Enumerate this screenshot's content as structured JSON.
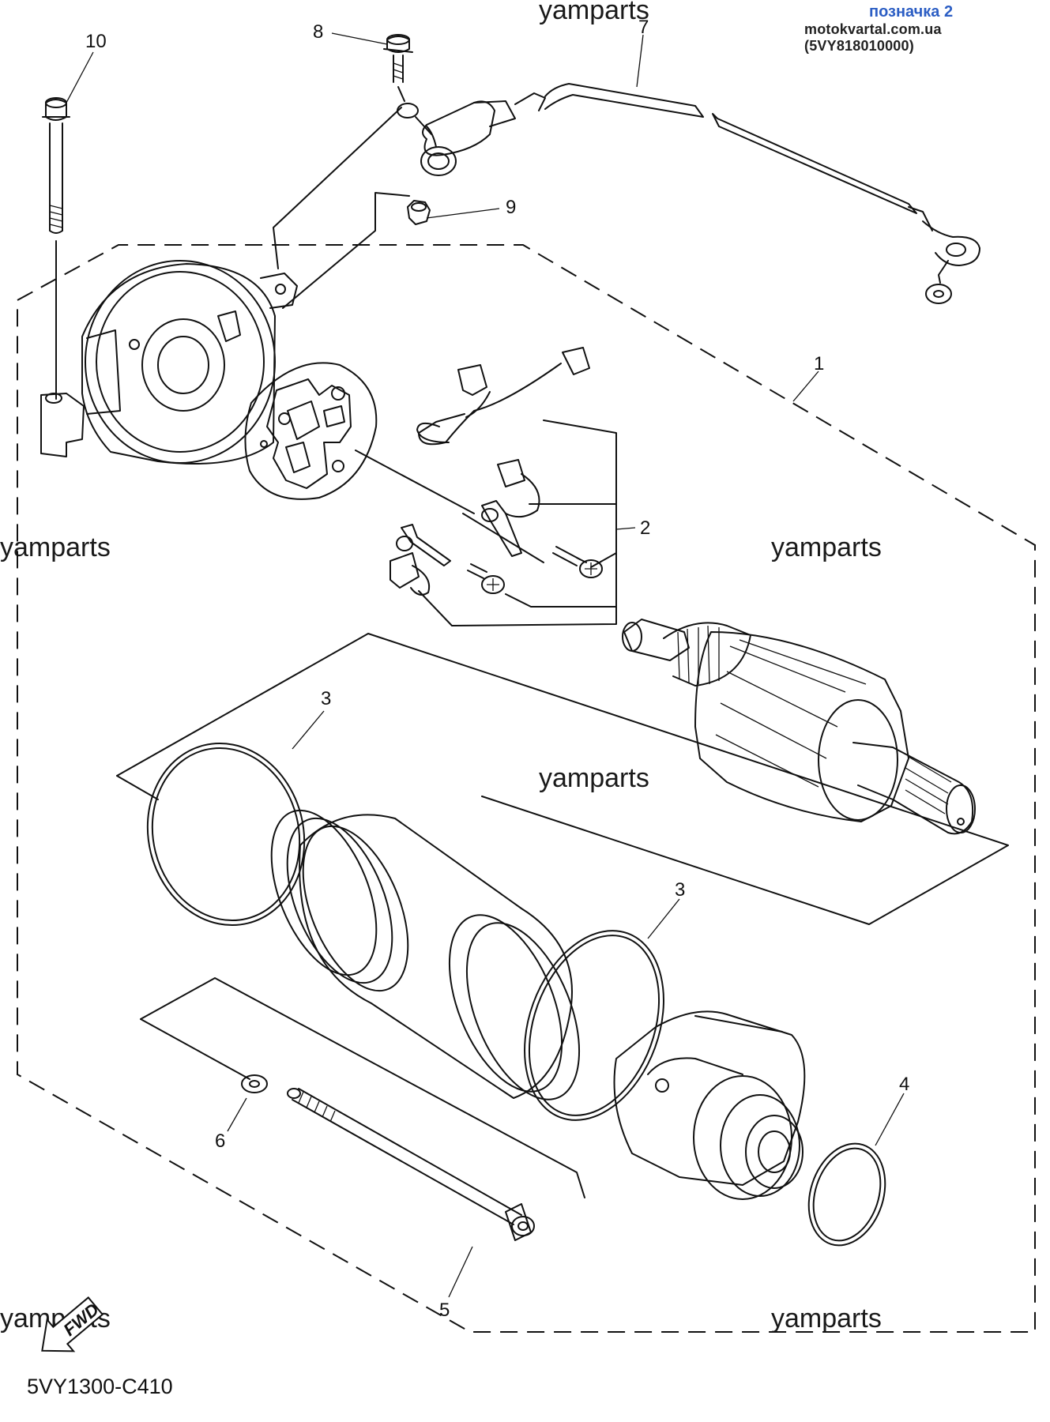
{
  "header": {
    "label": "позначка 2",
    "site": "motokvartal.com.ua (5VY818010000)"
  },
  "watermark": "yamparts",
  "diagram_code": "5VY1300-C410",
  "fwd_label": "FWD",
  "callouts": {
    "c1": "1",
    "c2": "2",
    "c3a": "3",
    "c3b": "3",
    "c4": "4",
    "c5": "5",
    "c6": "6",
    "c7": "7",
    "c8": "8",
    "c9": "9",
    "c10": "10"
  },
  "colors": {
    "header_label": "#2c5ec4",
    "ink": "#111111"
  }
}
